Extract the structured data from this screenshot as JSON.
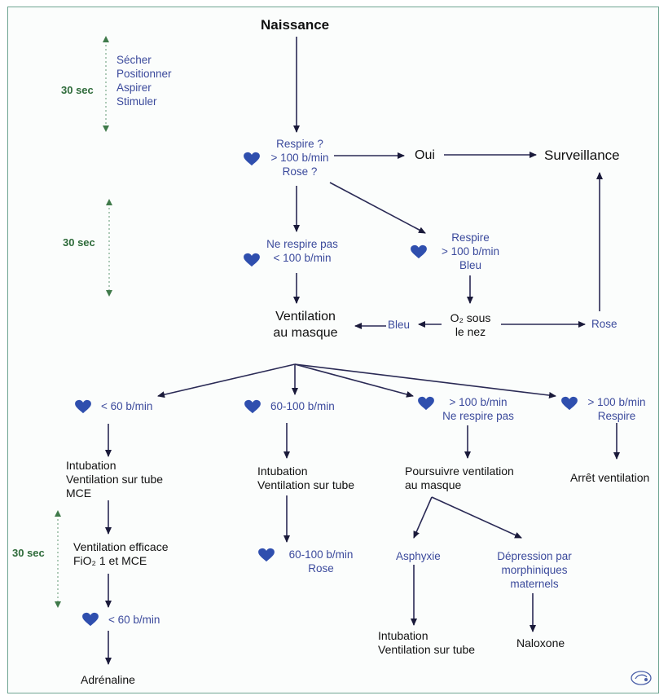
{
  "title": "Naissance",
  "nodes": {
    "initial_steps": "Sécher\nPositionner\nAspirer\nStimuler",
    "check1": "Respire ?\n> 100 b/min\nRose ?",
    "oui": "Oui",
    "surveillance": "Surveillance",
    "ne_respire": "Ne respire pas\n< 100 b/min",
    "respire_bleu": "Respire\n> 100 b/min\nBleu",
    "ventilation_masque": "Ventilation\nau masque",
    "o2": "O₂ sous\nle nez",
    "bleu": "Bleu",
    "rose": "Rose",
    "b1": "< 60 b/min",
    "b2": "60-100 b/min",
    "b3": "> 100 b/min\nNe respire pas",
    "b4": "> 100 b/min\nRespire",
    "intubation_mce": "Intubation\nVentilation sur tube\nMCE",
    "intubation_tube": "Intubation\nVentilation sur tube",
    "poursuivre": "Poursuivre ventilation\nau masque",
    "arret": "Arrêt ventilation",
    "vent_efficace": "Ventilation efficace\nFiO₂ 1 et MCE",
    "rose_60_100": "60-100 b/min\nRose",
    "asphyxie": "Asphyxie",
    "depression": "Dépression par\nmorphiniques\nmaternels",
    "lt60_b": "< 60 b/min",
    "intubation_tube2": "Intubation\nVentilation sur tube",
    "naloxone": "Naloxone",
    "adrenaline": "Adrénaline"
  },
  "timers": {
    "t1": "30 sec",
    "t2": "30 sec",
    "t3": "30 sec"
  },
  "colors": {
    "blue_text": "#3b4a9c",
    "heart": "#2f4fae",
    "arrow": "#2a2a55",
    "timer_green": "#2e6b3a",
    "frame": "#6fa592"
  },
  "icons": {
    "heart": "heart-icon",
    "logo": "publisher-logo-icon"
  }
}
